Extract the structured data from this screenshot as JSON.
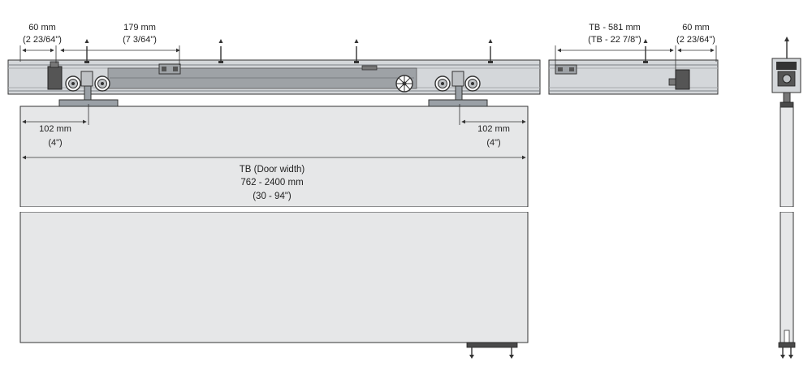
{
  "labels": {
    "left_end_mm": "60 mm",
    "left_end_in": "(2 23/64\")",
    "stop_mm": "179 mm",
    "stop_in": "(7 3/64\")",
    "right_rail_mm": "TB - 581 mm",
    "right_rail_in": "(TB - 22 7/8\")",
    "right_end_mm": "60 mm",
    "right_end_in": "(2 23/64\")",
    "left_hanger_mm": "102 mm",
    "left_hanger_in": "(4\")",
    "right_hanger_mm": "102 mm",
    "right_hanger_in": "(4\")",
    "door_width_title": "TB (Door width)",
    "door_width_mm": "762 - 2400 mm",
    "door_width_in": "(30 - 94\")"
  },
  "colors": {
    "rail_light": "#d4d7da",
    "rail_dark": "#8a8e93",
    "rail_inner": "#9ea2a6",
    "door_fill": "#e6e7e8",
    "line": "#333333",
    "hardware": "#4a4a4a"
  }
}
